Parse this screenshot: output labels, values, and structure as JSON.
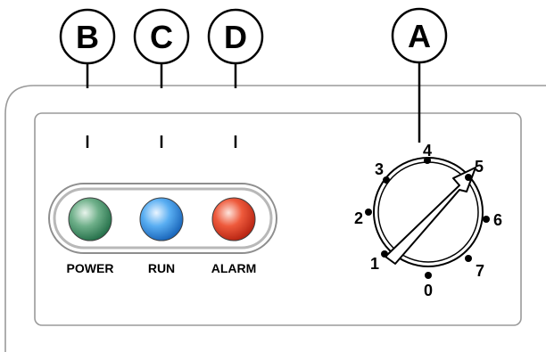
{
  "callouts": {
    "a": "A",
    "b": "B",
    "c": "C",
    "d": "D"
  },
  "indicators": {
    "power": {
      "label": "POWER",
      "color": "#2e8b57"
    },
    "run": {
      "label": "RUN",
      "color": "#1e90ff"
    },
    "alarm": {
      "label": "ALARM",
      "color": "#e0301e"
    }
  },
  "dial": {
    "positions": [
      "0",
      "1",
      "2",
      "3",
      "4",
      "5",
      "6",
      "7"
    ]
  }
}
